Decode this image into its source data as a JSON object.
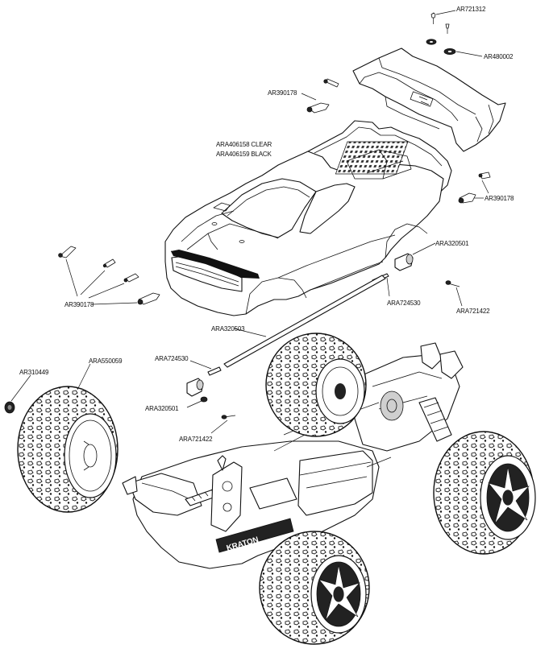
{
  "callouts": {
    "wing_screw": "AR721312",
    "wing": "AR480002",
    "body_clips_top": "AR390178",
    "body_clear": "ARA406158 CLEAR",
    "body_black": "ARA406159 BLACK",
    "body_clips_right": "AR390178",
    "body_clips_left": "AR390178",
    "post_mount_right": "ARA320501",
    "post_right": "ARA724530",
    "pin_right": "ARA721422",
    "body_post": "ARA320503",
    "post_left": "ARA724530",
    "nut": "AR310449",
    "wheel": "ARA550059",
    "post_mount_left": "ARA320501",
    "pin_left": "ARA721422"
  },
  "chassis_badge": "KRATON"
}
